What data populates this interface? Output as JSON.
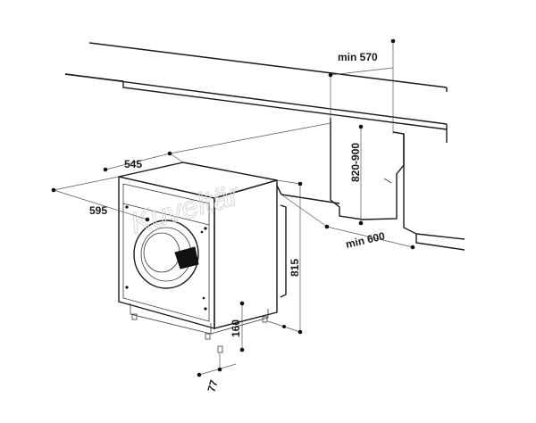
{
  "dimensions": {
    "min_width_niche": "min 570",
    "niche_height": "820-900",
    "min_depth": "min 600",
    "depth": "545",
    "width": "595",
    "height": "815",
    "plinth": "160",
    "feet": "77"
  },
  "watermark": "Kuveltär",
  "colors": {
    "line": "#1a1a1a",
    "background": "#ffffff"
  }
}
